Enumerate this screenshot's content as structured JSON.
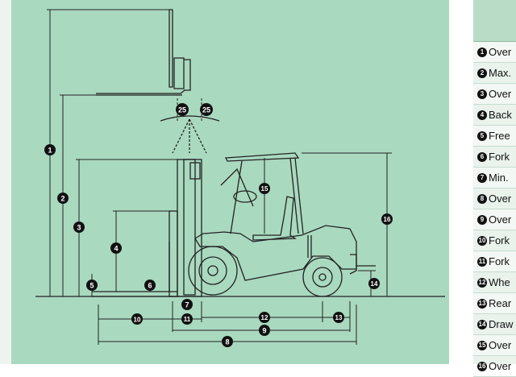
{
  "diagram": {
    "markers": [
      "1",
      "2",
      "3",
      "4",
      "5",
      "6",
      "7",
      "8",
      "9",
      "10",
      "11",
      "12",
      "13",
      "14",
      "15",
      "16"
    ],
    "tilt_angles": {
      "forward": "25",
      "backward": "25"
    }
  },
  "table": {
    "rows": [
      {
        "num": "1",
        "label": "Over"
      },
      {
        "num": "2",
        "label": "Max."
      },
      {
        "num": "3",
        "label": "Over"
      },
      {
        "num": "4",
        "label": "Back"
      },
      {
        "num": "5",
        "label": "Free"
      },
      {
        "num": "6",
        "label": "Fork"
      },
      {
        "num": "7",
        "label": "Min."
      },
      {
        "num": "8",
        "label": "Over"
      },
      {
        "num": "9",
        "label": "Over"
      },
      {
        "num": "10",
        "label": "Fork"
      },
      {
        "num": "11",
        "label": "Fork"
      },
      {
        "num": "12",
        "label": "Whe"
      },
      {
        "num": "13",
        "label": "Rear"
      },
      {
        "num": "14",
        "label": "Draw"
      },
      {
        "num": "15",
        "label": "Over"
      },
      {
        "num": "16",
        "label": "Over"
      }
    ]
  },
  "colors": {
    "panel_background": "#a9d9bf",
    "line": "#222222"
  }
}
